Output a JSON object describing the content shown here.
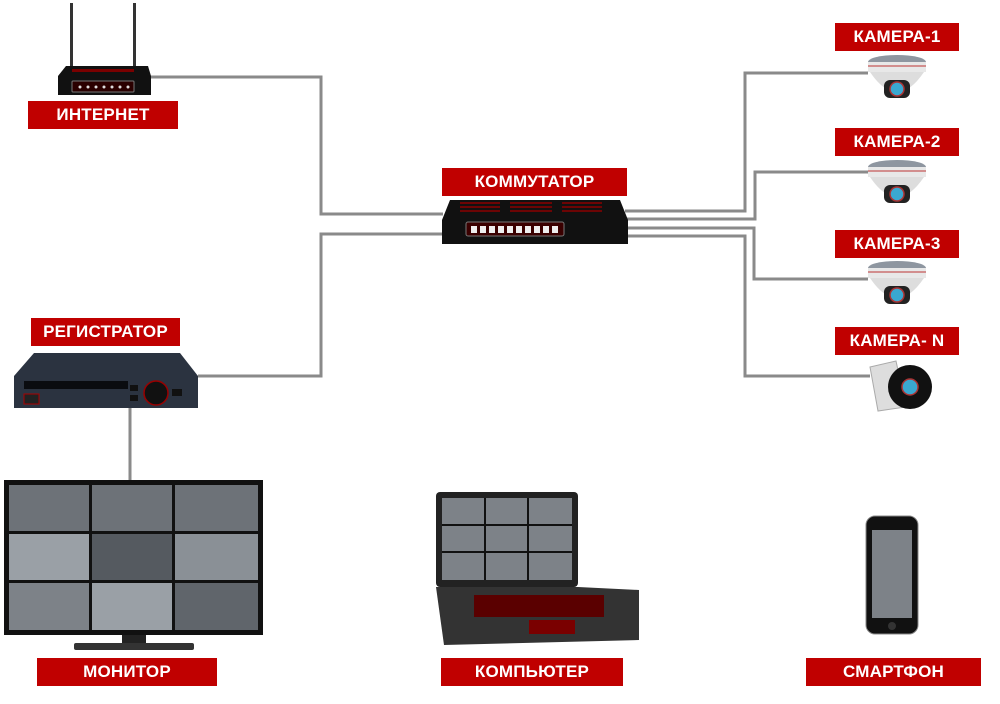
{
  "labels": {
    "internet": "ИНТЕРНЕТ",
    "switch": "КОММУТАТОР",
    "recorder": "РЕГИСТРАТОР",
    "camera1": "КАМЕРА-1",
    "camera2": "КАМЕРА-2",
    "camera3": "КАМЕРА-3",
    "cameraN": "КАМЕРА- N",
    "monitor": "МОНИТОР",
    "computer": "КОМПЬЮТЕР",
    "smartphone": "СМАРТФОН"
  },
  "colors": {
    "label_bg": "#c00000",
    "wire": "#8a8a8a"
  }
}
